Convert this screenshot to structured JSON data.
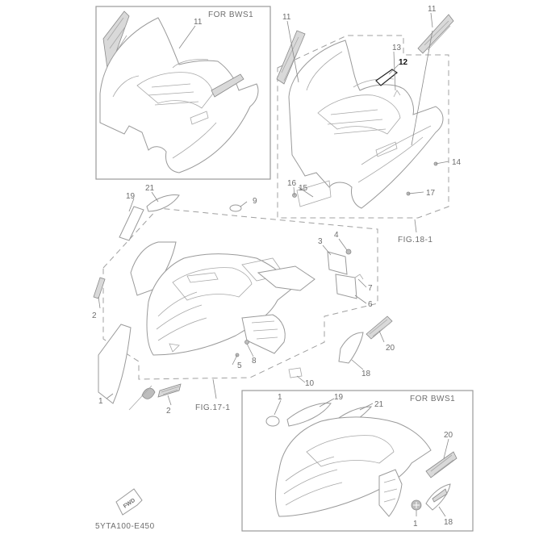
{
  "boxes": {
    "top_left_caption": "FOR BWS1",
    "bottom_right_caption": "FOR BWS1"
  },
  "figures": {
    "fig_18_1": "FIG.18-1",
    "fig_17_1": "FIG.17-1"
  },
  "part_numbers": {
    "p1": "1",
    "p2": "2",
    "p3": "3",
    "p4": "4",
    "p5": "5",
    "p6": "6",
    "p7": "7",
    "p8": "8",
    "p9": "9",
    "p10": "10",
    "p11": "11",
    "p12": "12",
    "p13": "13",
    "p14": "14",
    "p15": "15",
    "p16": "16",
    "p17": "17",
    "p18": "18",
    "p19": "19",
    "p20": "20",
    "p21": "21"
  },
  "fwd_badge": "FWD",
  "diagram_code": "5YTA100-E450",
  "colors": {
    "line": "#9a9a9a",
    "text": "#6e6e6e",
    "highlight": "#111111"
  }
}
